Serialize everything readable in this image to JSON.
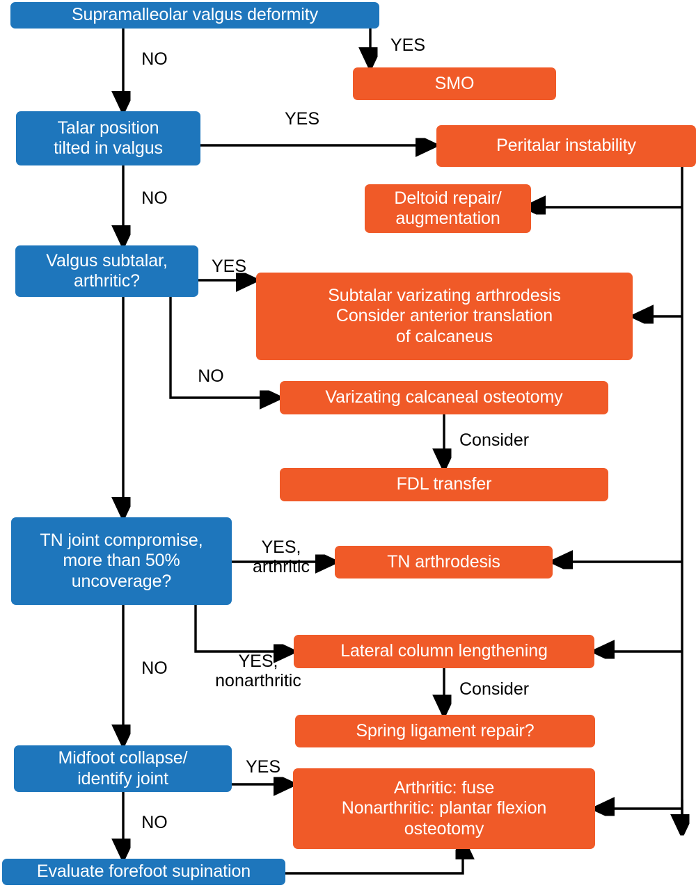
{
  "diagram": {
    "title": "Supramalleolar valgus deformity treatment algorithm",
    "colors": {
      "decision": "#1e76bc",
      "action": "#f05a28",
      "connector": "#000000",
      "background": "#ffffff",
      "node_text": "#ffffff",
      "label_text": "#000000"
    },
    "nodes": [
      {
        "id": "supramalleolar",
        "type": "decision",
        "label": "Supramalleolar valgus deformity"
      },
      {
        "id": "smo",
        "type": "action",
        "label": "SMO"
      },
      {
        "id": "talar",
        "type": "decision",
        "label": "Talar position\ntilted in valgus"
      },
      {
        "id": "peritalar",
        "type": "action",
        "label": "Peritalar instability"
      },
      {
        "id": "deltoid",
        "type": "action",
        "label": "Deltoid repair/\naugmentation"
      },
      {
        "id": "valgus-subtalar",
        "type": "decision",
        "label": "Valgus subtalar,\narthritic?"
      },
      {
        "id": "subtalar-fusion",
        "type": "action",
        "label": "Subtalar varizating arthrodesis\nConsider anterior translation\nof calcaneus"
      },
      {
        "id": "varizing-osteo",
        "type": "action",
        "label": "Varizating calcaneal osteotomy"
      },
      {
        "id": "fdl",
        "type": "action",
        "label": "FDL transfer"
      },
      {
        "id": "tn-joint",
        "type": "decision",
        "label": "TN joint compromise,\nmore than 50%\nuncoverage?"
      },
      {
        "id": "tn-arthrodesis",
        "type": "action",
        "label": "TN arthrodesis"
      },
      {
        "id": "lcl",
        "type": "action",
        "label": "Lateral column lengthening"
      },
      {
        "id": "spring-ligament",
        "type": "action",
        "label": "Spring ligament repair?"
      },
      {
        "id": "midfoot",
        "type": "decision",
        "label": "Midfoot collapse/\nidentify joint"
      },
      {
        "id": "midfoot-treat",
        "type": "action",
        "label": "Arthritic: fuse\nNonarthritic: plantar flexion\nosteotomy"
      },
      {
        "id": "forefoot",
        "type": "decision",
        "label": "Evaluate forefoot supination"
      }
    ],
    "edge_labels": [
      {
        "id": "lbl-no-1",
        "text": "NO"
      },
      {
        "id": "lbl-yes-1",
        "text": "YES"
      },
      {
        "id": "lbl-yes-2",
        "text": "YES"
      },
      {
        "id": "lbl-no-2",
        "text": "NO"
      },
      {
        "id": "lbl-yes-3",
        "text": "YES"
      },
      {
        "id": "lbl-no-3",
        "text": "NO"
      },
      {
        "id": "lbl-consider-1",
        "text": "Consider"
      },
      {
        "id": "lbl-yes-arthritic",
        "text": "YES,\narthritic"
      },
      {
        "id": "lbl-no-4",
        "text": "NO"
      },
      {
        "id": "lbl-yes-nonarth",
        "text": "YES,\nnonarthritic"
      },
      {
        "id": "lbl-consider-2",
        "text": "Consider"
      },
      {
        "id": "lbl-yes-4",
        "text": "YES"
      },
      {
        "id": "lbl-no-5",
        "text": "NO"
      }
    ]
  }
}
